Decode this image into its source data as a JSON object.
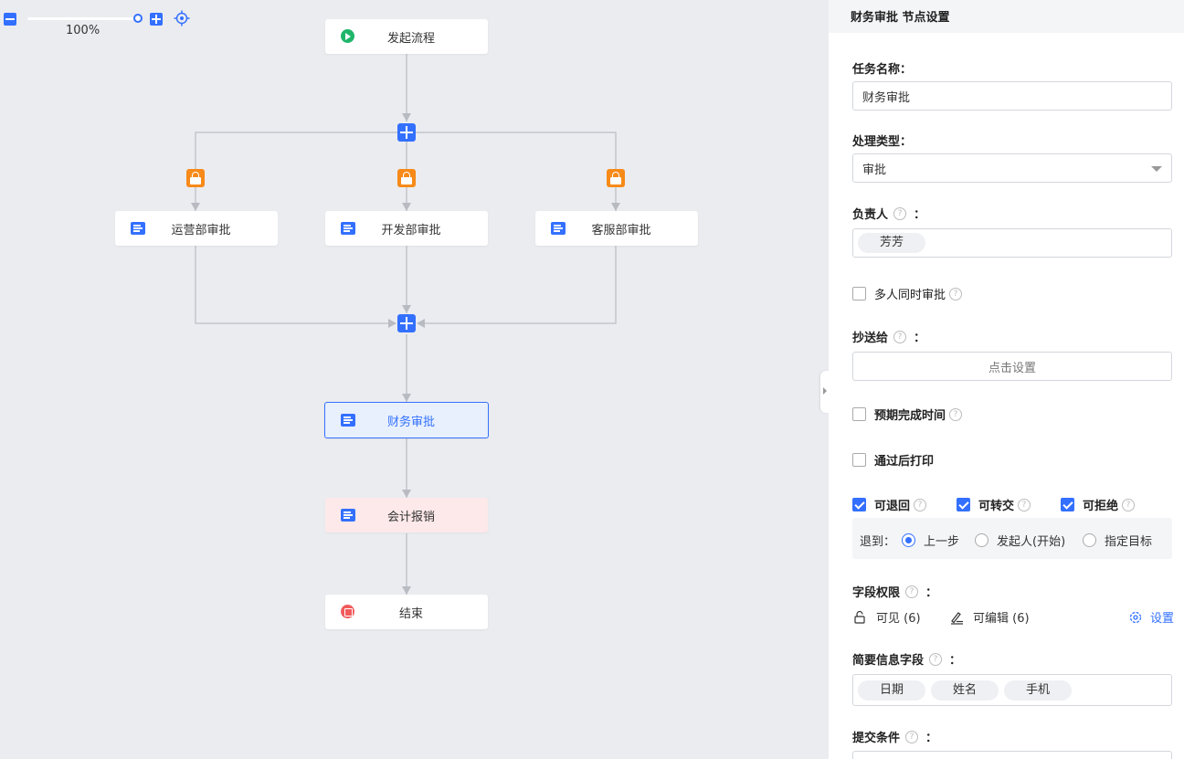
{
  "canvas": {
    "zoom": {
      "value_text": "100%",
      "level_fraction": 1.0
    },
    "nodes": {
      "start": "发起流程",
      "ops": "运营部审批",
      "dev": "开发部审批",
      "cs": "客服部审批",
      "finance": "财务审批",
      "accounting": "会计报销",
      "end": "结束"
    },
    "colors": {
      "accent": "#3370ff",
      "lock": "#f78a18",
      "start": "#1fb56b",
      "end": "#f15b5b",
      "warn_bg": "#fde9ea"
    }
  },
  "panel": {
    "title": "财务审批 节点设置",
    "task_name": {
      "label": "任务名称：",
      "value": "财务审批"
    },
    "handle_type": {
      "label": "处理类型：",
      "value": "审批"
    },
    "owner": {
      "label": "负责人",
      "colon": "：",
      "tags": [
        "芳芳"
      ]
    },
    "multi": {
      "label": "多人同时审批",
      "checked": false
    },
    "cc": {
      "label": "抄送给",
      "colon": "：",
      "button": "点击设置"
    },
    "deadline": {
      "label": "预期完成时间",
      "checked": false
    },
    "print": {
      "label": "通过后打印",
      "checked": false
    },
    "options": {
      "return": {
        "label": "可退回",
        "checked": true
      },
      "transfer": {
        "label": "可转交",
        "checked": true
      },
      "reject": {
        "label": "可拒绝",
        "checked": true
      }
    },
    "return_to": {
      "label": "退到：",
      "choices": [
        "上一步",
        "发起人(开始)",
        "指定目标"
      ],
      "selected": "上一步"
    },
    "field_perm": {
      "label": "字段权限",
      "colon": "：",
      "visible": "可见 (6)",
      "editable": "可编辑 (6)",
      "settings": "设置"
    },
    "summary": {
      "label": "简要信息字段",
      "colon": "：",
      "tags": [
        "日期",
        "姓名",
        "手机"
      ]
    },
    "submit": {
      "label": "提交条件",
      "colon": "："
    }
  }
}
